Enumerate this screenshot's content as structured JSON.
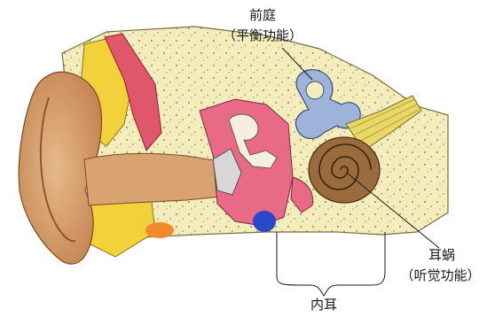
{
  "labels": {
    "vestibule": "前庭",
    "vestibule_function": "（平衡功能）",
    "cochlea": "耳蜗",
    "cochlea_function": "（听觉功能）",
    "inner_ear": "内耳"
  },
  "colors": {
    "skin": "#d9a36f",
    "skin_shadow": "#b97c4a",
    "bone": "#f3ecbd",
    "canal_muscle": "#e86a86",
    "fat_yellow": "#f2d13a",
    "cochlea_brown": "#9a6b3c",
    "vestibule_blue": "#9db3d9",
    "nerve_yellow": "#e9d76a",
    "eardrum_gray": "#c8c8c8",
    "blue_vessel": "#2a48c9",
    "orange_tissue": "#f08a2a"
  }
}
